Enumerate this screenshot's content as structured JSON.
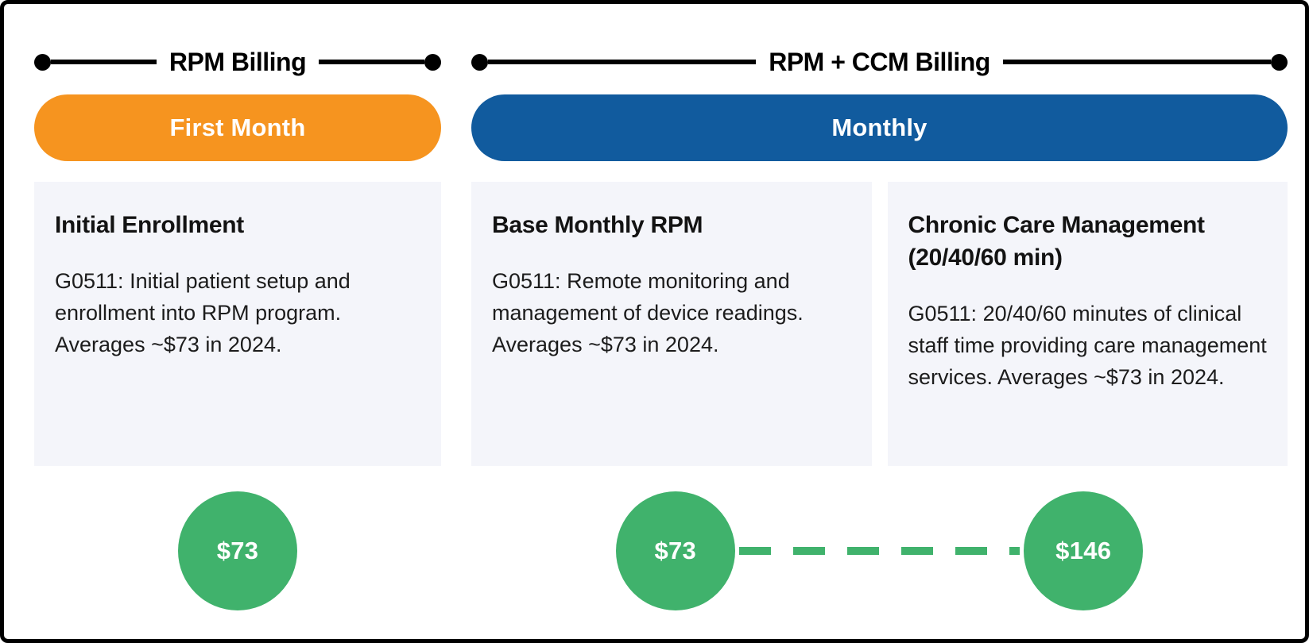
{
  "colors": {
    "orange": "#F6941F",
    "blue": "#115B9E",
    "green": "#40B26C",
    "cardBg": "#F4F5FA",
    "ink": "#000000"
  },
  "groups": [
    {
      "header": "RPM Billing",
      "pill": "First Month",
      "cards": [
        {
          "title": "Initial Enrollment",
          "body": "G0511: Initial patient setup and enrollment into RPM program. Averages ~$73 in 2024."
        }
      ],
      "prices": [
        "$73"
      ]
    },
    {
      "header": "RPM + CCM Billing",
      "pill": "Monthly",
      "cards": [
        {
          "title": "Base Monthly RPM",
          "body": "G0511: Remote monitoring and management of device readings. Averages ~$73 in 2024."
        },
        {
          "title": "Chronic Care Management (20/40/60 min)",
          "body": "G0511: 20/40/60 minutes of clinical staff time providing care management services. Averages ~$73 in 2024."
        }
      ],
      "prices": [
        "$73",
        "$146"
      ]
    }
  ]
}
